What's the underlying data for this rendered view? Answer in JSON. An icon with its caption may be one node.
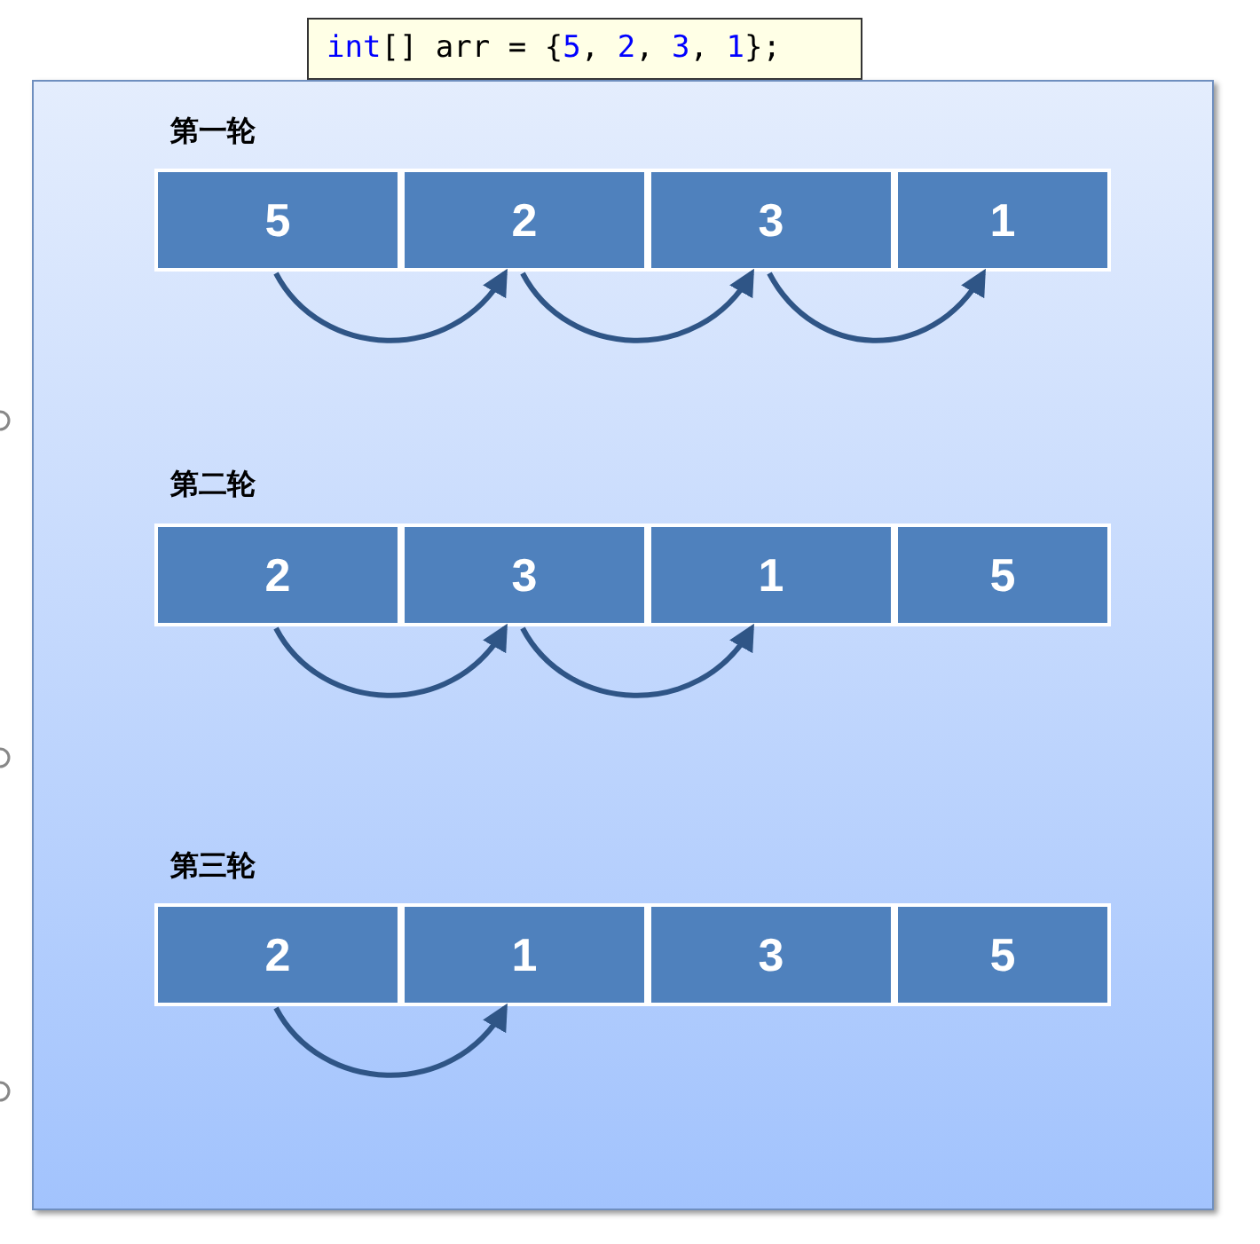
{
  "diagram": {
    "nodes": [
      {
        "text": [
          "int[] arr = {5, 2, 3, 1};"
        ]
      },
      {
        "text": [],
        "shape": "box"
      },
      {
        "text": [
          "5"
        ],
        "in": 1
      },
      {
        "text": [
          "2"
        ],
        "in": 1
      },
      {
        "text": [
          "3"
        ],
        "in": 1
      },
      {
        "text": [
          "1"
        ],
        "in": 1
      },
      {
        "text": [
          "2"
        ],
        "in": 1
      },
      {
        "text": [
          "3"
        ],
        "in": 1
      },
      {
        "text": [
          "1"
        ],
        "in": 1
      },
      {
        "text": [
          "5"
        ],
        "in": 1
      },
      {
        "text": [
          "2"
        ],
        "in": 1
      },
      {
        "text": [
          "1"
        ],
        "in": 1
      },
      {
        "text": [
          "3"
        ],
        "in": 1
      },
      {
        "text": [
          "5"
        ],
        "in": 1
      }
    ],
    "edges": [
      {
        "from": 2,
        "to": 3,
        "arrow": "to"
      },
      {
        "from": 3,
        "to": 4,
        "arrow": "to"
      },
      {
        "from": 4,
        "to": 5,
        "arrow": "to"
      },
      {
        "from": 6,
        "to": 7,
        "arrow": "to"
      },
      {
        "from": 7,
        "to": 8,
        "arrow": "to"
      },
      {
        "from": 10,
        "to": 11,
        "arrow": "to"
      }
    ],
    "labels": [
      "第一轮",
      "第二轮",
      "第三轮"
    ]
  }
}
